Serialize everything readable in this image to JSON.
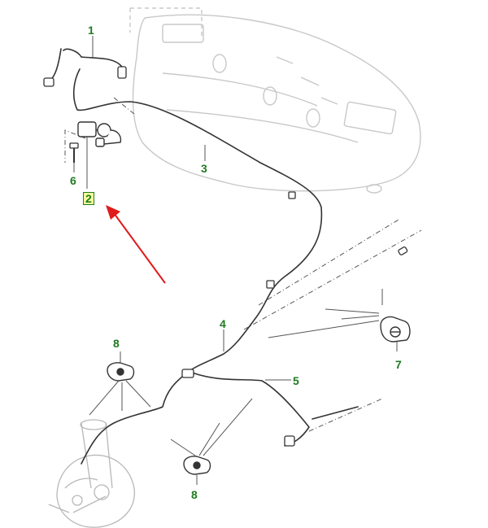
{
  "callouts": {
    "c1": "1",
    "c2": "2",
    "c3": "3",
    "c4": "4",
    "c5": "5",
    "c6": "6",
    "c7": "7",
    "c8a": "8",
    "c8b": "8"
  },
  "colors": {
    "callout_text": "#1f7a1f",
    "highlight_fill": "#f4ff9a",
    "arrow": "#e01b1b",
    "line_art": "#333333",
    "ghost_art": "#c8c8c8"
  }
}
